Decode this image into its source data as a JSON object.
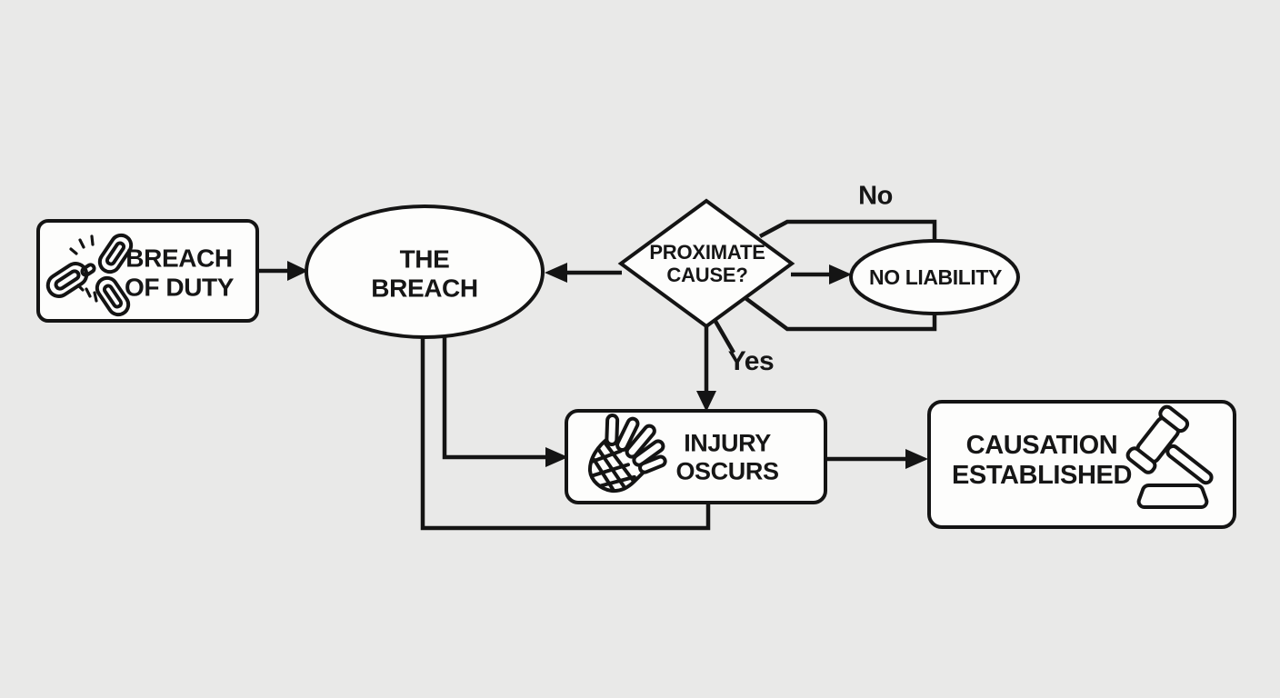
{
  "diagram_title": "",
  "colors": {
    "background": "#e9e9e8",
    "ink": "#141414",
    "node_fill": "#fdfdfc",
    "text": "#161616"
  },
  "nodes": {
    "breach_of_duty": {
      "label": "BREACH OF DUTY",
      "shape": "rounded-rectangle",
      "icon": "broken-chain-icon"
    },
    "the_breach": {
      "label": "THE BREACH",
      "shape": "ellipse"
    },
    "proximate_cause": {
      "label": "PROXIMATE CAUSE?",
      "shape": "diamond"
    },
    "no_liability": {
      "label": "NO LIABILITY",
      "shape": "ellipse"
    },
    "injury_occurs": {
      "label": "INJURY OSCURS",
      "shape": "rounded-rectangle",
      "icon": "bandaged-hand-icon"
    },
    "causation_established": {
      "label": "CAUSATION ESTABLISHED",
      "shape": "rounded-rectangle",
      "icon": "gavel-icon"
    }
  },
  "edge_labels": {
    "no": "No",
    "yes": "Yes"
  },
  "connections": [
    "BREACH OF DUTY -> THE BREACH",
    "PROXIMATE CAUSE? -> THE BREACH",
    "PROXIMATE CAUSE? -> NO LIABILITY (No branch, bracketed)",
    "PROXIMATE CAUSE? -> INJURY OSCURS (Yes branch)",
    "THE BREACH -> INJURY OSCURS (left side arrow)",
    "THE BREACH -> INJURY OSCURS (bottom loop, no arrowhead)",
    "INJURY OSCURS -> CAUSATION ESTABLISHED"
  ]
}
